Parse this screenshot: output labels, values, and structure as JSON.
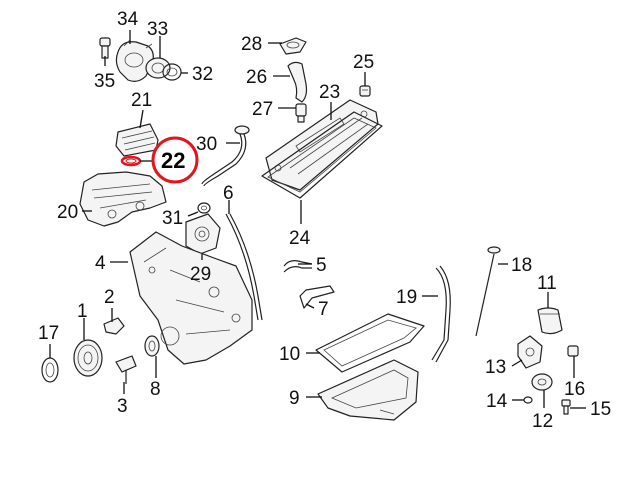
{
  "highlight": {
    "callout": "22",
    "ring_color": "#e3141b"
  },
  "callouts": {
    "c1": "1",
    "c2": "2",
    "c3": "3",
    "c4": "4",
    "c5": "5",
    "c6": "6",
    "c7": "7",
    "c8": "8",
    "c9": "9",
    "c10": "10",
    "c11": "11",
    "c12": "12",
    "c13": "13",
    "c14": "14",
    "c15": "15",
    "c16": "16",
    "c17": "17",
    "c18": "18",
    "c19": "19",
    "c20": "20",
    "c21": "21",
    "c22": "22",
    "c23": "23",
    "c24": "24",
    "c25": "25",
    "c26": "26",
    "c27": "27",
    "c28": "28",
    "c29": "29",
    "c30": "30",
    "c31": "31",
    "c32": "32",
    "c33": "33",
    "c34": "34",
    "c35": "35"
  }
}
